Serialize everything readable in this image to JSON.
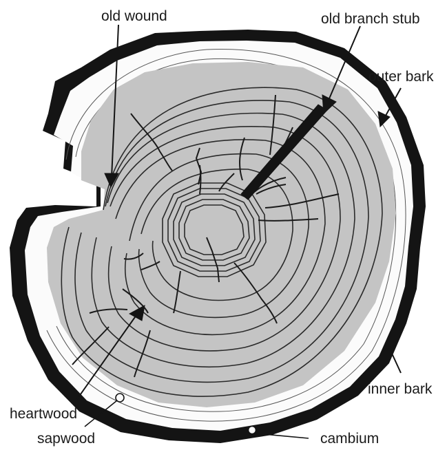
{
  "diagram": {
    "labels": {
      "old_wound": "old wound",
      "old_branch_stub": "old branch stub",
      "outer_bark": "outer bark",
      "inner_bark": "inner bark",
      "heartwood": "heartwood",
      "sapwood": "sapwood",
      "cambium": "cambium"
    },
    "colors": {
      "bark": "#141414",
      "sapwood": "#fbfbfb",
      "heartwood": "#c4c4c4",
      "ring_lines": "#2a2a2a",
      "label_text": "#1a1a1a"
    }
  }
}
